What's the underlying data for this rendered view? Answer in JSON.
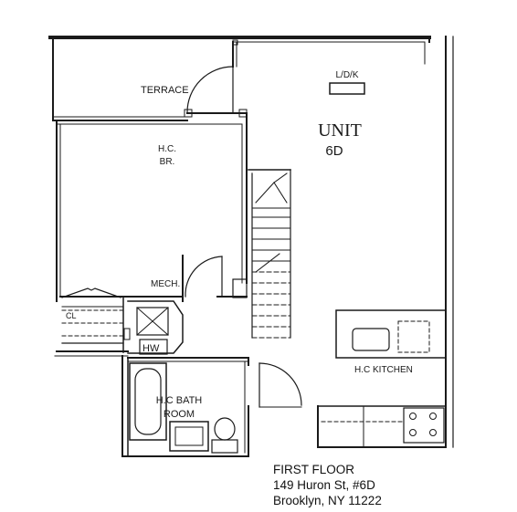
{
  "rooms": {
    "terrace": "TERRACE",
    "ldk": "L/D/K",
    "unit": "UNIT",
    "unit_number": "6D",
    "bedroom_line1": "H.C.",
    "bedroom_line2": "BR.",
    "mech": "MECH.",
    "water_heater": "HW",
    "closet": "CL",
    "kitchen": "H.C KITCHEN",
    "bath_line1": "H.C BATH",
    "bath_line2": "ROOM"
  },
  "caption": {
    "floor": "FIRST FLOOR",
    "address": "149 Huron St, #6D",
    "city": "Brooklyn, NY  11222"
  },
  "colors": {
    "ink": "#1a1a1a",
    "paper": "#ffffff"
  }
}
